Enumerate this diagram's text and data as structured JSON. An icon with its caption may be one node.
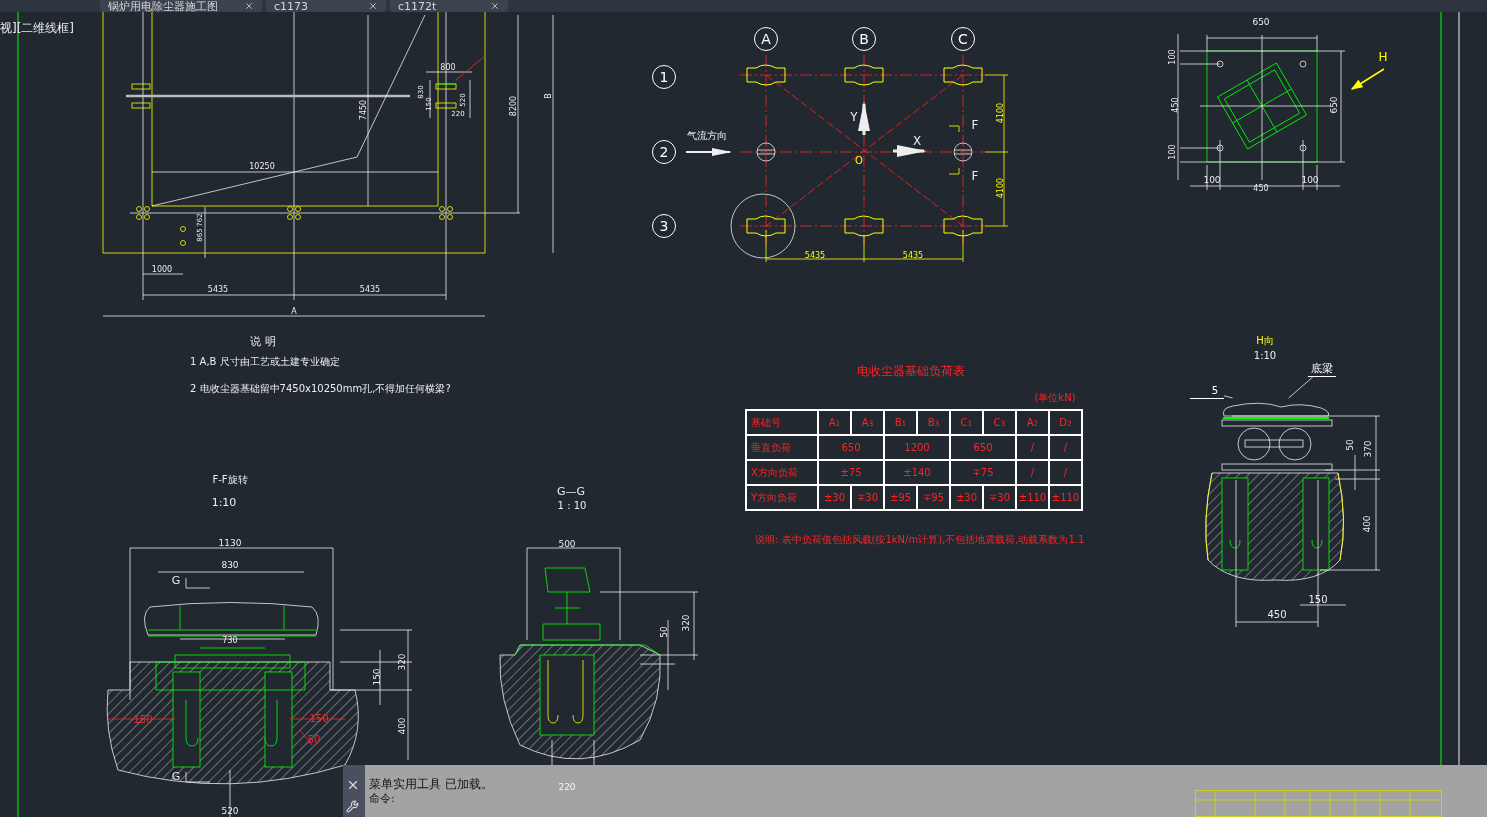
{
  "diagram": {
    "nodes": [
      {
        "text": [
          "A"
        ]
      },
      {
        "text": [
          "B"
        ]
      },
      {
        "text": [
          "C"
        ]
      },
      {
        "text": [
          "1"
        ]
      },
      {
        "text": [
          "2"
        ]
      },
      {
        "text": [
          "3"
        ]
      },
      {
        "text": [
          "底梁"
        ]
      },
      {
        "text": [],
        "shape": "bar"
      },
      {
        "text": [
          "5"
        ]
      }
    ],
    "edges": [
      {
        "from": 6,
        "to": 7,
        "arrow": "none"
      },
      {
        "from": 8,
        "to": 7,
        "arrow": "none"
      }
    ],
    "labels": [
      "锅炉用电除尘器施工图",
      "c1173",
      "c1172t",
      "视][二维线框]",
      "800",
      "830",
      "150",
      "520",
      "220",
      "7450",
      "8200",
      "B",
      "10250",
      "762",
      "865",
      "1000",
      "5435",
      "5435",
      "A",
      "说 明",
      "1 A,B 尺寸由工艺或土建专业确定",
      "2 电收尘器基础留中7450x10250mm孔,不得加任何横梁?",
      "气流方向",
      "Y",
      "X",
      "O",
      "F",
      "F",
      "4100",
      "4100",
      "5435",
      "5435",
      "650",
      "100",
      "450",
      "100",
      "650",
      "100",
      "450",
      "100",
      "H",
      "电收尘器基础负荷表",
      "(单位kN)",
      "基础号",
      "A$_{1}$",
      "A$_{3}$",
      "B$_{1}$",
      "B$_{3}$",
      "C$_{1}$",
      "C$_{3}$",
      "A$_{2}$",
      "D$_{2}$",
      "垂直负荷",
      "650",
      "1200",
      "650",
      "/",
      "/",
      "X方向负荷",
      "±75",
      "±140",
      "∓75",
      "/",
      "/",
      "Y方向负荷",
      "±30",
      "∓30",
      "±95",
      "∓95",
      "±30",
      "∓30",
      "±110",
      "±110",
      "说明: 表中负荷值包括风载(按1kN/m计算),不包括地震载荷,动载系数为1.1",
      "H向",
      "1:10",
      "50",
      "370",
      "400",
      "150",
      "450",
      "F-F旋转",
      "1:10",
      "1130",
      "830",
      "G",
      "730",
      "150",
      "320",
      "400",
      "150",
      "150",
      "50",
      "G",
      "520",
      "G—G",
      "1 : 10",
      "500",
      "50",
      "320",
      "220",
      "菜单实用工具 已加载。",
      "命令:"
    ]
  }
}
